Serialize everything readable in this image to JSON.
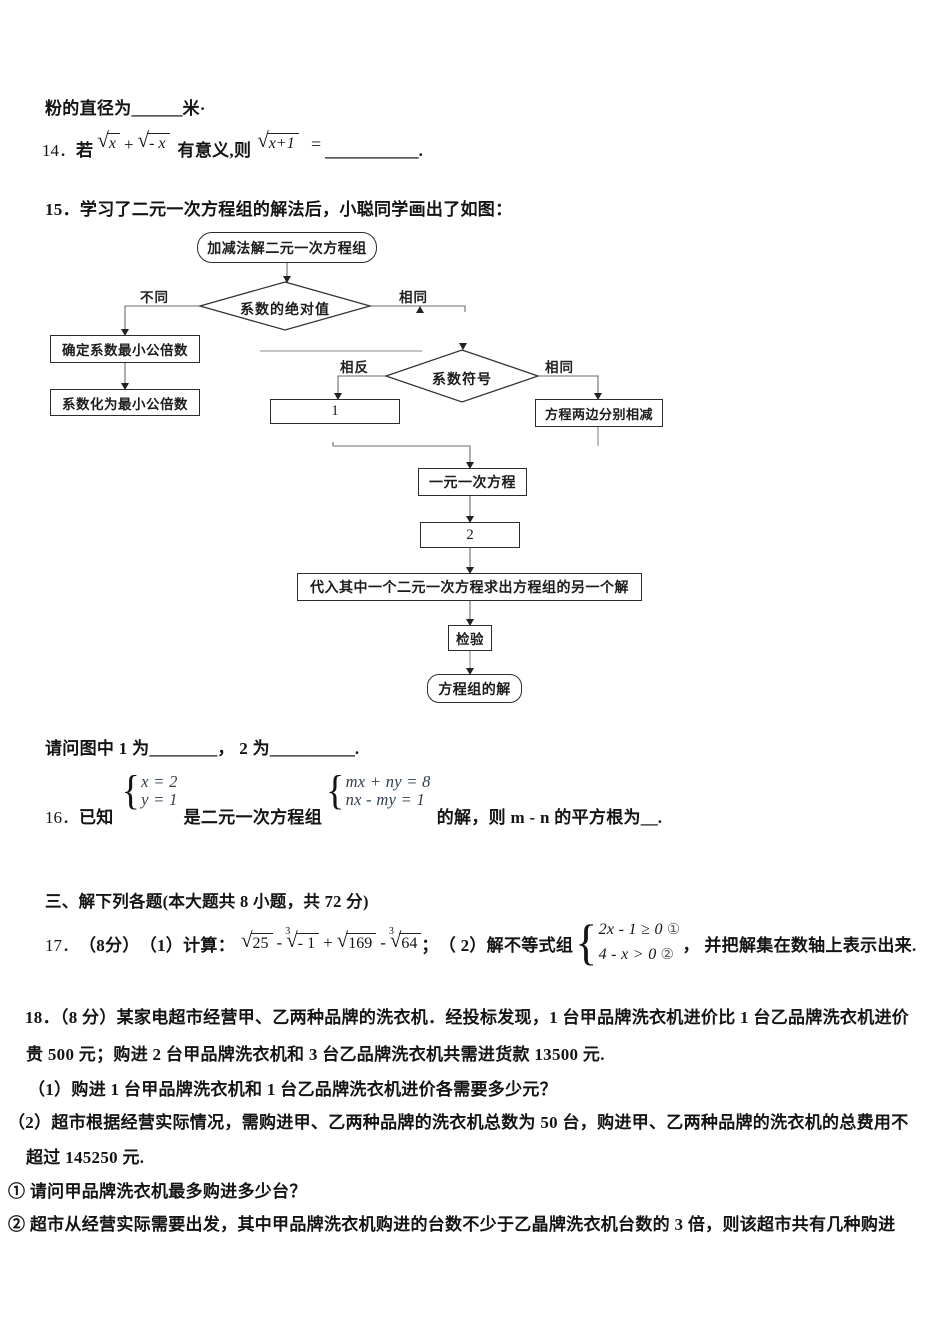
{
  "doc": {
    "q13": {
      "prefix": "粉的直径为",
      "blank": "______",
      "suffix": "米·"
    },
    "q14": {
      "num": "14．",
      "t1": "若",
      "sqrt": "√",
      "rad1": "x",
      "plus": "+",
      "rad2": "- x",
      "t2": "有意义,则",
      "rad3": "x+1",
      "eq": "=",
      "blank": "___________",
      "dot": "."
    },
    "q15": "15．学习了二元一次方程组的解法后，小聪同学画出了如图：",
    "caption": {
      "t1": "请问图中 1 为",
      "b1": "________",
      "t2": "， 2 为",
      "b2": "__________",
      "dot": "."
    },
    "q16": {
      "num": "16．",
      "t1": "已知",
      "s1a": "x = 2",
      "s1b": "y = 1",
      "t2": "是二元一次方程组",
      "s2a": "mx + ny = 8",
      "s2b": "nx - my = 1",
      "t3": "的解，则 m - n 的平方根为",
      "blank": "__",
      "dot": "."
    },
    "sec3": "三、解下列各题(本大题共 8 小题，共 72 分)",
    "q17": {
      "num": "17．",
      "score": "（8分）",
      "p1": "（1）计算：",
      "sqrt": "√",
      "sup3": "3",
      "r1": "25",
      "op1": "-",
      "r2": "- 1",
      "op2": "+",
      "r3": "169",
      "op3": "-",
      "r4": "64",
      "semi": "；",
      "p2": "（ 2）解不等式组",
      "i1": "2x - 1 ≥ 0",
      "c1": "①",
      "i2": "4 - x > 0",
      "c2": "②",
      "suffix": "， 并把解集在数轴上表示出来."
    },
    "q18": {
      "lines": [
        "18．（8 分）某家电超市经营甲、乙两种品牌的洗衣机．经投标发现，1 台甲品牌洗衣机进价比 1 台乙品牌洗衣机进价",
        "贵 500 元；购进 2 台甲品牌洗衣机和 3 台乙品牌洗衣机共需进货款 13500 元.",
        "（1）购进 1 台甲品牌洗衣机和 1 台乙品牌洗衣机进价各需要多少元？",
        "（2）超市根据经营实际情况，需购进甲、乙两种品牌的洗衣机总数为 50 台，购进甲、乙两种品牌的洗衣机的总费用不",
        "超过 145250 元.",
        "① 请问甲品牌洗衣机最多购进多少台？",
        "② 超市从经营实际需要出发，其中甲品牌洗衣机购进的台数不少于乙晶牌洗衣机台数的 3 倍，则该超市共有几种购进"
      ]
    }
  },
  "flowchart": {
    "start": "加减法解二元一次方程组",
    "d1": "系数的绝对值",
    "lbl_butong": "不同",
    "lbl_xiangtong1": "相同",
    "b_lcm1": "确定系数最小公倍数",
    "b_lcm2": "系数化为最小公倍数",
    "d2": "系数符号",
    "lbl_xiangfan": "相反",
    "lbl_xiangtong2": "相同",
    "b1": "1",
    "b_sub": "方程两边分别相减",
    "b_lin": "一元一次方程",
    "b2": "2",
    "b_subst": "代入其中一个二元一次方程求出方程组的另一个解",
    "b_check": "检验",
    "end": "方程组的解"
  },
  "colors": {
    "text": "#141414",
    "line": "#666666",
    "border": "#2c2c2c",
    "arrow": "#222222"
  }
}
